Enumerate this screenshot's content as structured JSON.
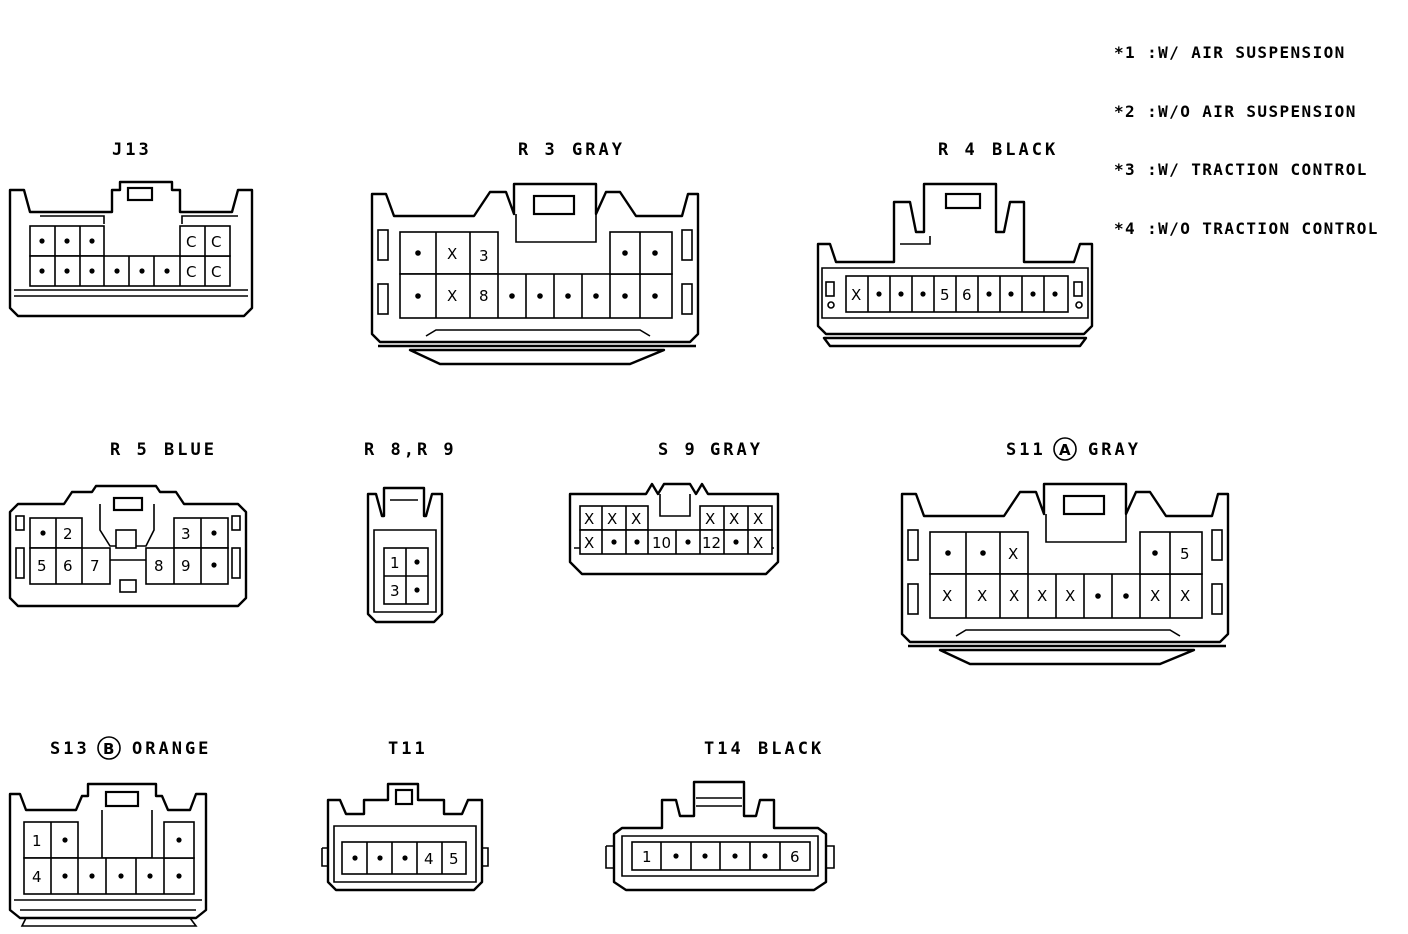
{
  "legend": [
    "*1 :W/ AIR SUSPENSION",
    "*2 :W/O AIR SUSPENSION",
    "*3 :W/ TRACTION CONTROL",
    "*4 :W/O TRACTION CONTROL"
  ],
  "connectors": [
    {
      "id": "J13",
      "color": "",
      "badge": "",
      "rows": [
        [
          "•",
          "•",
          "•",
          "",
          "",
          "",
          "",
          "C",
          "C"
        ],
        [
          "•",
          "•",
          "•",
          "•",
          "•",
          "•",
          "C",
          "C"
        ]
      ]
    },
    {
      "id": "R 3",
      "color": "GRAY",
      "badge": "",
      "rows": [
        [
          "•",
          "X",
          "3",
          "",
          "",
          "",
          "",
          "",
          "•",
          "•"
        ],
        [
          "•",
          "X",
          "8",
          "•",
          "•",
          "•",
          "•",
          "•",
          "•"
        ]
      ]
    },
    {
      "id": "R 4",
      "color": "BLACK",
      "badge": "",
      "rows": [
        [
          "X",
          "•",
          "•",
          "•",
          "5",
          "6",
          "•",
          "•",
          "•",
          "•"
        ]
      ]
    },
    {
      "id": "R 5",
      "color": "BLUE",
      "badge": "",
      "rows": [
        [
          "•",
          "2",
          "",
          "3",
          "•"
        ],
        [
          "5",
          "6",
          "7",
          "8",
          "9",
          "•"
        ]
      ]
    },
    {
      "id": "R 8,R 9",
      "color": "",
      "badge": "",
      "rows": [
        [
          "1",
          "•"
        ],
        [
          "3",
          "•"
        ]
      ]
    },
    {
      "id": "S 9",
      "color": "GRAY",
      "badge": "",
      "rows": [
        [
          "X",
          "X",
          "X",
          "",
          "X",
          "X",
          "X"
        ],
        [
          "X",
          "•",
          "•",
          "10",
          "•",
          "12",
          "•",
          "X"
        ]
      ]
    },
    {
      "id": "S11",
      "color": "GRAY",
      "badge": "A",
      "rows": [
        [
          "•",
          "•",
          "X",
          "",
          "•",
          "5"
        ],
        [
          "X",
          "X",
          "X",
          "X",
          "X",
          "•",
          "•",
          "X",
          "X"
        ]
      ]
    },
    {
      "id": "S13",
      "color": "ORANGE",
      "badge": "B",
      "rows": [
        [
          "1",
          "•",
          "",
          "•"
        ],
        [
          "4",
          "•",
          "•",
          "•",
          "•",
          "•"
        ]
      ]
    },
    {
      "id": "T11",
      "color": "",
      "badge": "",
      "rows": [
        [
          "•",
          "•",
          "•",
          "4",
          "5"
        ]
      ]
    },
    {
      "id": "T14",
      "color": "BLACK",
      "badge": "",
      "rows": [
        [
          "1",
          "•",
          "•",
          "•",
          "•",
          "6"
        ]
      ]
    }
  ]
}
